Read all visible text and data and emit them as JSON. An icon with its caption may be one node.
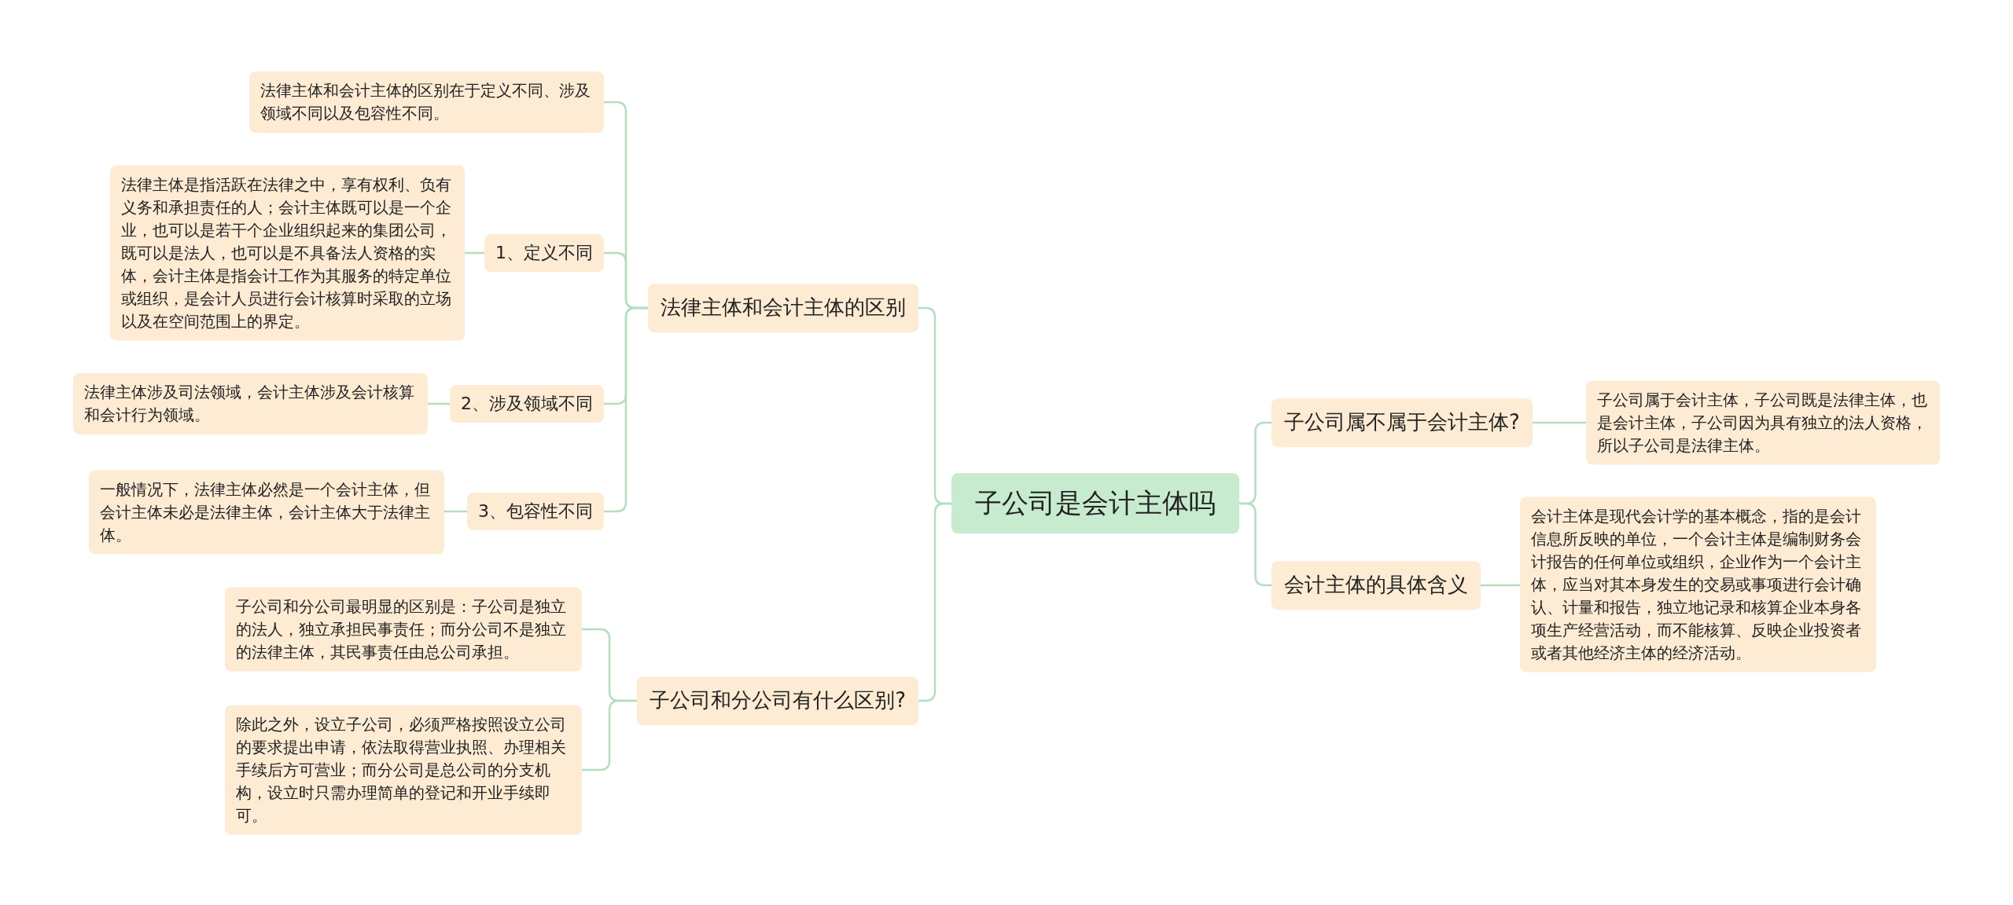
{
  "diagram": {
    "nodes": [
      {
        "text": [
          "子公司是会计主体吗"
        ]
      },
      {
        "text": [
          "法律主体和会计主体的区别"
        ]
      },
      {
        "text": [
          "法律主体和会计主体的区别在于定义不同、涉及领域不同以及包容性不同。"
        ]
      },
      {
        "text": [
          "1、定义不同"
        ]
      },
      {
        "text": [
          "法律主体是指活跃在法律之中，享有权利、负有义务和承担责任的人；会计主体既可以是一个企业，也可以是若干个企业组织起来的集团公司，既可以是法人，也可以是不具备法人资格的实体，会计主体是指会计工作为其服务的特定单位或组织，是会计人员进行会计核算时采取的立场以及在空间范围上的界定。"
        ]
      },
      {
        "text": [
          "2、涉及领域不同"
        ]
      },
      {
        "text": [
          "法律主体涉及司法领域，会计主体涉及会计核算和会计行为领域。"
        ]
      },
      {
        "text": [
          "3、包容性不同"
        ]
      },
      {
        "text": [
          "一般情况下，法律主体必然是一个会计主体，但会计主体未必是法律主体，会计主体大于法律主体。"
        ]
      },
      {
        "text": [
          "子公司和分公司有什么区别?"
        ]
      },
      {
        "text": [
          "子公司和分公司最明显的区别是：子公司是独立的法人，独立承担民事责任；而分公司不是独立的法律主体，其民事责任由总公司承担。"
        ]
      },
      {
        "text": [
          "除此之外，设立子公司，必须严格按照设立公司的要求提出申请，依法取得营业执照、办理相关手续后方可营业；而分公司是总公司的分支机构，设立时只需办理简单的登记和开业手续即可。"
        ]
      },
      {
        "text": [
          "子公司属不属于会计主体?"
        ]
      },
      {
        "text": [
          "子公司属于会计主体，子公司既是法律主体，也是会计主体，子公司因为具有独立的法人资格，所以子公司是法律主体。"
        ]
      },
      {
        "text": [
          "会计主体的具体含义"
        ]
      },
      {
        "text": [
          "会计主体是现代会计学的基本概念，指的是会计信息所反映的单位，一个会计主体是编制财务会计报告的任何单位或组织，企业作为一个会计主体，应当对其本身发生的交易或事项进行会计确认、计量和报告，独立地记录和核算企业本身各项生产经营活动，而不能核算、反映企业投资者或者其他经济主体的经济活动。"
        ]
      }
    ],
    "edges": [
      {
        "from": 0,
        "to": 1,
        "arrow": "none"
      },
      {
        "from": 1,
        "to": 2,
        "arrow": "none"
      },
      {
        "from": 1,
        "to": 3,
        "arrow": "none"
      },
      {
        "from": 3,
        "to": 4,
        "arrow": "none"
      },
      {
        "from": 1,
        "to": 5,
        "arrow": "none"
      },
      {
        "from": 5,
        "to": 6,
        "arrow": "none"
      },
      {
        "from": 1,
        "to": 7,
        "arrow": "none"
      },
      {
        "from": 7,
        "to": 8,
        "arrow": "none"
      },
      {
        "from": 0,
        "to": 9,
        "arrow": "none"
      },
      {
        "from": 9,
        "to": 10,
        "arrow": "none"
      },
      {
        "from": 9,
        "to": 11,
        "arrow": "none"
      },
      {
        "from": 0,
        "to": 12,
        "arrow": "none"
      },
      {
        "from": 12,
        "to": 13,
        "arrow": "none"
      },
      {
        "from": 0,
        "to": 14,
        "arrow": "none"
      },
      {
        "from": 14,
        "to": 15,
        "arrow": "none"
      }
    ]
  }
}
